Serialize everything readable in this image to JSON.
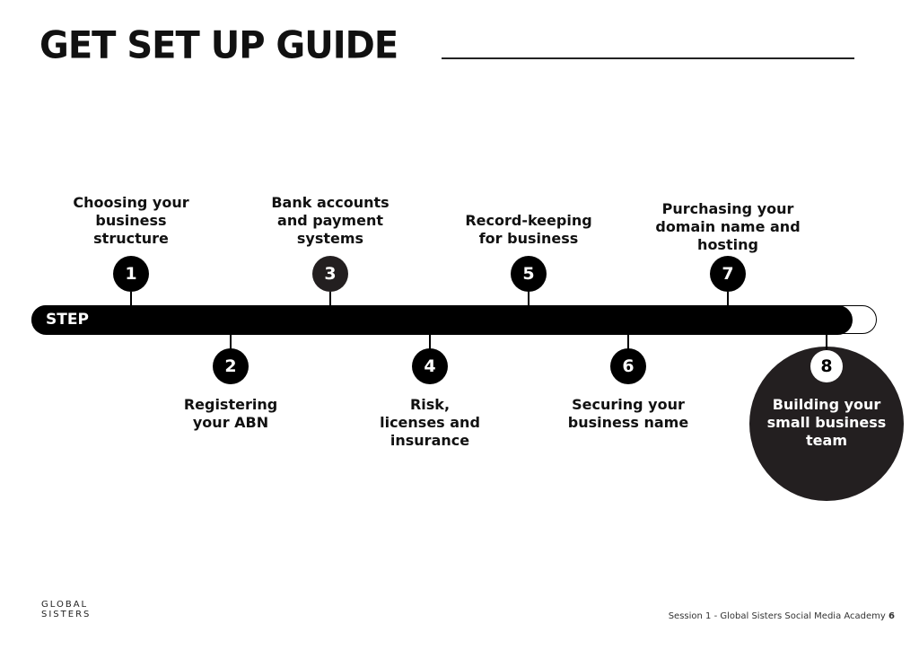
{
  "title": "GET SET UP GUIDE",
  "bar_label": "STEP",
  "steps": [
    {
      "n": "1",
      "label": "Choosing your business structure"
    },
    {
      "n": "2",
      "label": "Registering your ABN"
    },
    {
      "n": "3",
      "label": "Bank accounts and payment systems"
    },
    {
      "n": "4",
      "label": "Risk, licenses and insurance"
    },
    {
      "n": "5",
      "label": "Record-keeping for business"
    },
    {
      "n": "6",
      "label": "Securing your business name"
    },
    {
      "n": "7",
      "label": "Purchasing your domain name and hosting"
    },
    {
      "n": "8",
      "label": "Building your small business team"
    }
  ],
  "logo": {
    "line1": "GLOBAL",
    "line2": "SISTERS"
  },
  "footer": {
    "text": "Session 1 - Global Sisters Social Media Academy",
    "page": "6"
  }
}
